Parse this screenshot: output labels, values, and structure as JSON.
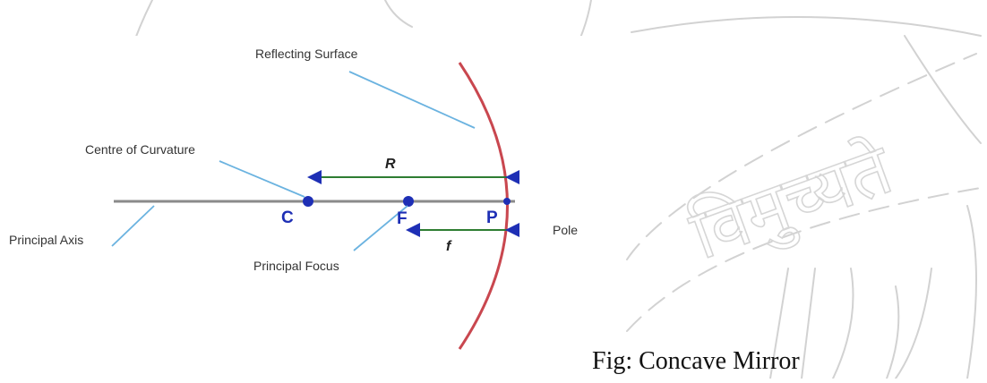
{
  "heading": {
    "text": ""
  },
  "labels": {
    "reflecting_surface": "Reflecting Surface",
    "centre_of_curvature": "Centre of Curvature",
    "principal_axis": "Principal Axis",
    "principal_focus": "Principal Focus",
    "pole": "Pole",
    "radius_symbol": "R",
    "focal_length_symbol": "f",
    "point_c": "C",
    "point_f": "F",
    "point_p": "P"
  },
  "caption": "Fig: Concave Mirror",
  "colors": {
    "mirror": "#c9474f",
    "leader_lines": "#6bb3e0",
    "arrows": "#2e7d32",
    "points": "#1e2fb5",
    "axis": "#8a8a8a",
    "label_text": "#333333",
    "watermark": "#cfcfcf"
  },
  "watermark": {
    "text": "विमुच्यते",
    "logo": "open-book-mark"
  }
}
